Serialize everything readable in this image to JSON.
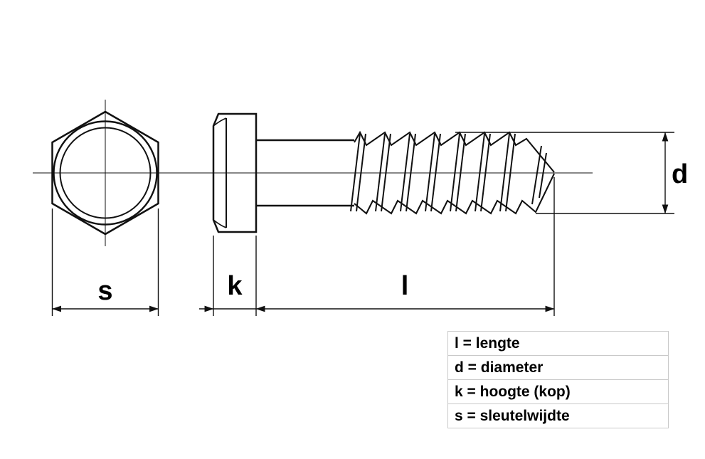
{
  "diagram": {
    "labels": {
      "s": "s",
      "k": "k",
      "l": "l",
      "d": "d"
    }
  },
  "legend": {
    "items": [
      {
        "text": "l = lengte"
      },
      {
        "text": "d = diameter"
      },
      {
        "text": "k = hoogte (kop)"
      },
      {
        "text": "s = sleutelwijdte"
      }
    ]
  },
  "colors": {
    "line": "#111111",
    "legend_border": "#c9c9c9",
    "background": "#ffffff"
  }
}
